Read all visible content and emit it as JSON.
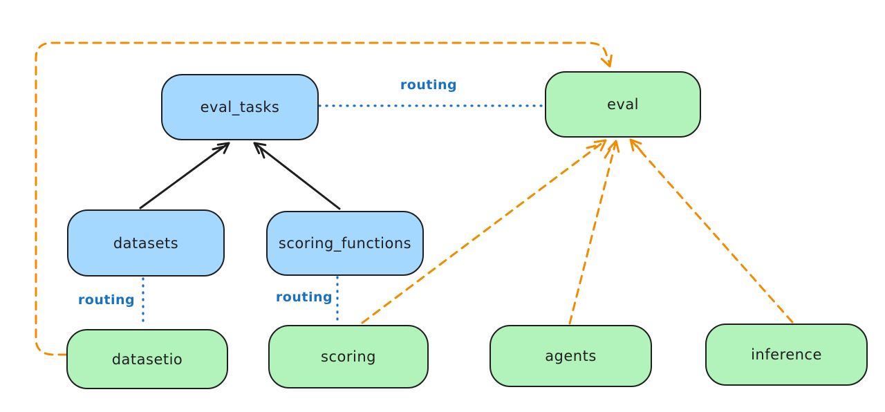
{
  "diagram": {
    "kind": "architecture-diagram",
    "colors": {
      "resource_fill": "#a5d8ff",
      "api_fill": "#b2f2bb",
      "stroke": "#1e1e1e",
      "routing_blue": "#1971c2",
      "provider_orange": "#f08c00",
      "bg": "#ffffff"
    },
    "nodes": [
      {
        "id": "eval_tasks",
        "label": "eval_tasks",
        "kind": "resource"
      },
      {
        "id": "eval",
        "label": "eval",
        "kind": "api"
      },
      {
        "id": "datasets",
        "label": "datasets",
        "kind": "resource"
      },
      {
        "id": "scoring_functions",
        "label": "scoring_functions",
        "kind": "resource"
      },
      {
        "id": "datasetio",
        "label": "datasetio",
        "kind": "api"
      },
      {
        "id": "scoring",
        "label": "scoring",
        "kind": "api"
      },
      {
        "id": "agents",
        "label": "agents",
        "kind": "api"
      },
      {
        "id": "inference",
        "label": "inference",
        "kind": "api"
      }
    ],
    "edges": [
      {
        "from": "datasets",
        "to": "eval_tasks",
        "style": "solid-arrow",
        "color": "#1e1e1e"
      },
      {
        "from": "scoring_functions",
        "to": "eval_tasks",
        "style": "solid-arrow",
        "color": "#1e1e1e"
      },
      {
        "from": "eval_tasks",
        "to": "eval",
        "style": "dotted",
        "color": "#1971c2",
        "label": "routing"
      },
      {
        "from": "datasets",
        "to": "datasetio",
        "style": "dotted",
        "color": "#1971c2",
        "label": "routing"
      },
      {
        "from": "scoring_functions",
        "to": "scoring",
        "style": "dotted",
        "color": "#1971c2",
        "label": "routing"
      },
      {
        "from": "datasetio",
        "to": "eval",
        "style": "dashed-arrow",
        "color": "#f08c00"
      },
      {
        "from": "scoring",
        "to": "eval",
        "style": "dashed-arrow",
        "color": "#f08c00"
      },
      {
        "from": "agents",
        "to": "eval",
        "style": "dashed-arrow",
        "color": "#f08c00"
      },
      {
        "from": "inference",
        "to": "eval",
        "style": "dashed-arrow",
        "color": "#f08c00"
      }
    ],
    "edge_labels": [
      {
        "text": "routing"
      },
      {
        "text": "routing"
      },
      {
        "text": "routing"
      }
    ]
  }
}
